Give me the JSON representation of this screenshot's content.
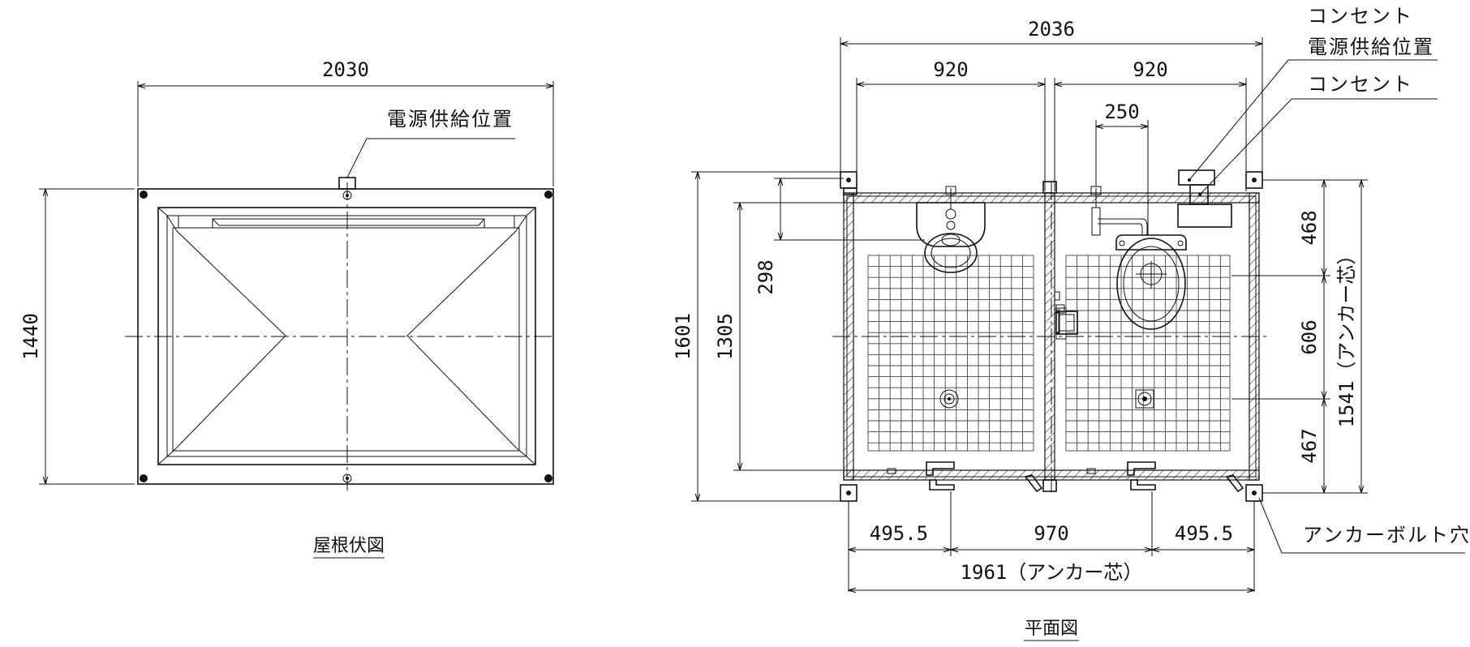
{
  "roof_plan": {
    "title": "屋根伏図",
    "dim_width": "2030",
    "dim_height": "1440",
    "label_power": "電源供給位置"
  },
  "floor_plan": {
    "title": "平面図",
    "dim_total_width": "2036",
    "dim_room_left": "920",
    "dim_room_right": "920",
    "dim_offset": "250",
    "dim_height_total": "1601",
    "dim_height_inner": "1305",
    "dim_small": "298",
    "dim_right_top": "468",
    "dim_right_mid": "606",
    "dim_right_bottom": "467",
    "dim_right_total": "1541（アンカー芯）",
    "dim_bottom_left": "495.5",
    "dim_bottom_mid": "970",
    "dim_bottom_right": "495.5",
    "dim_bottom_total": "1961（アンカー芯）",
    "label_outlet_1": "コンセント",
    "label_power_supply": "電源供給位置",
    "label_outlet_2": "コンセント",
    "label_anchor": "アンカーボルト穴"
  }
}
